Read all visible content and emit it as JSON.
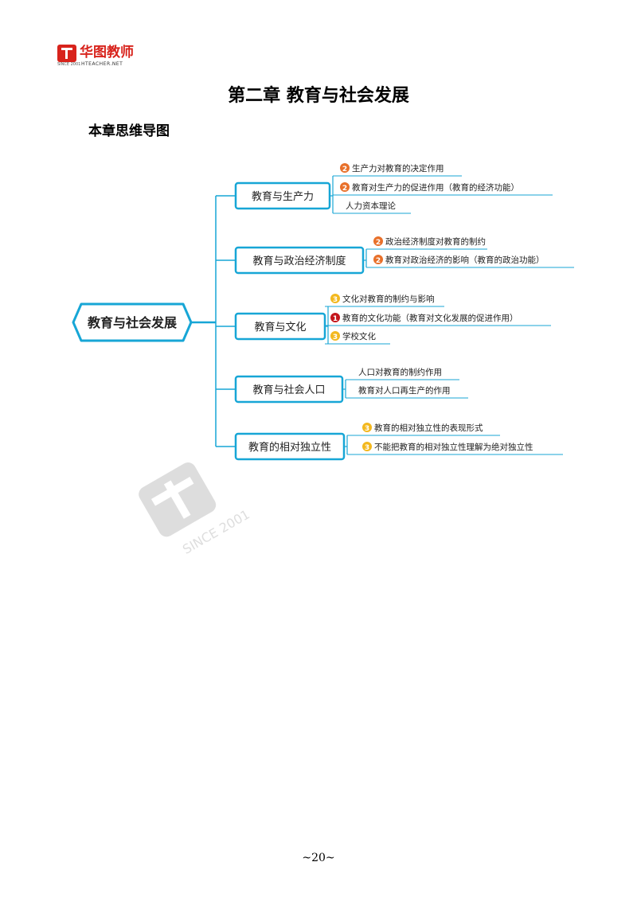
{
  "header": {
    "logo_text": "华图教师",
    "logo_since": "SINCE 2001",
    "logo_site": "HTEACHER.NET"
  },
  "title": "第二章  教育与社会发展",
  "subtitle": "本章思维导图",
  "mindmap": {
    "root": "教育与社会发展",
    "branches": [
      {
        "label": "教育与生产力",
        "items": [
          {
            "badge": "2",
            "text": "生产力对教育的决定作用"
          },
          {
            "badge": "2",
            "text": "教育对生产力的促进作用（教育的经济功能）"
          },
          {
            "badge": "",
            "text": "人力资本理论"
          }
        ]
      },
      {
        "label": "教育与政治经济制度",
        "items": [
          {
            "badge": "2",
            "text": "政治经济制度对教育的制约"
          },
          {
            "badge": "2",
            "text": "教育对政治经济的影响（教育的政治功能）"
          }
        ]
      },
      {
        "label": "教育与文化",
        "items": [
          {
            "badge": "3",
            "text": "文化对教育的制约与影响"
          },
          {
            "badge": "1",
            "text": "教育的文化功能（教育对文化发展的促进作用）"
          },
          {
            "badge": "3",
            "text": "学校文化"
          }
        ]
      },
      {
        "label": "教育与社会人口",
        "items": [
          {
            "badge": "",
            "text": "人口对教育的制约作用"
          },
          {
            "badge": "",
            "text": "教育对人口再生产的作用"
          }
        ]
      },
      {
        "label": "教育的相对独立性",
        "items": [
          {
            "badge": "3",
            "text": "教育的相对独立性的表现形式"
          },
          {
            "badge": "3",
            "text": "不能把教育的相对独立性理解为绝对独立性"
          }
        ]
      }
    ]
  },
  "watermark": {
    "text": "SINCE 2001"
  },
  "colors": {
    "accent": "#17a6d6",
    "badge_2": "#e8702a",
    "badge_3": "#f3b81e",
    "badge_1": "#c4161c",
    "logo": "#d8231c"
  },
  "footer": {
    "page_number": "~20~"
  }
}
